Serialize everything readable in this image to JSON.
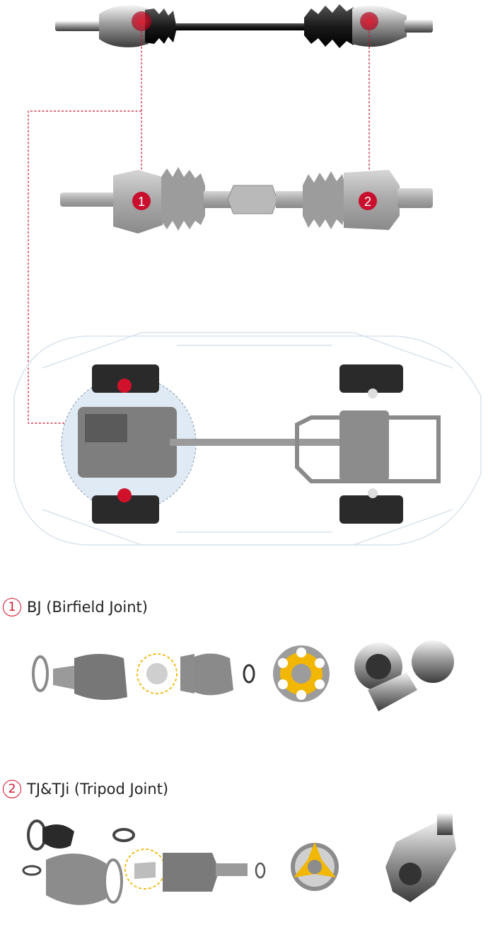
{
  "markers": {
    "one": "1",
    "two": "2"
  },
  "sections": [
    {
      "number": "1",
      "title": "BJ (Birfield Joint)"
    },
    {
      "number": "2",
      "title": "TJ&TJi (Tripod Joint)"
    }
  ],
  "colors": {
    "accent_red": "#d0112b",
    "joint_yellow": "#f2b705",
    "dashed_line": "#c8102e",
    "engine_zone": "#dfeaf4"
  }
}
